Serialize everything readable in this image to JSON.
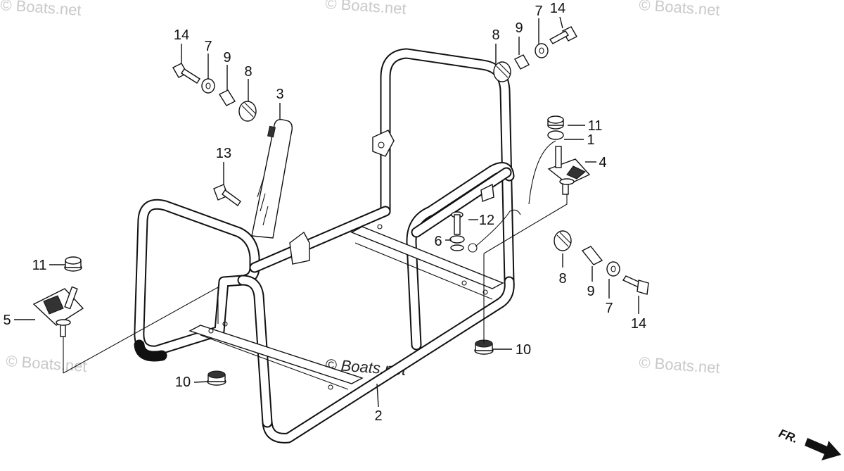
{
  "watermarks": {
    "top_left": "© Boats.net",
    "top_center": "© Boats.net",
    "top_right": "© Boats.net",
    "bottom_left": "© Boats.net",
    "center": "© Boats.net",
    "bottom_right": "© Boats.net"
  },
  "front_indicator": "FR.",
  "callouts": {
    "p1": "1",
    "p2": "2",
    "p3": "3",
    "p4": "4",
    "p5": "5",
    "p6": "6",
    "p7_left": "7",
    "p7_top": "7",
    "p7_right": "7",
    "p8_left": "8",
    "p8_top": "8",
    "p8_right": "8",
    "p9_left": "9",
    "p9_top": "9",
    "p9_right": "9",
    "p10_left": "10",
    "p10_right": "10",
    "p11_left": "11",
    "p11_right": "11",
    "p12": "12",
    "p13": "13",
    "p14_left": "14",
    "p14_top": "14",
    "p14_right": "14"
  }
}
